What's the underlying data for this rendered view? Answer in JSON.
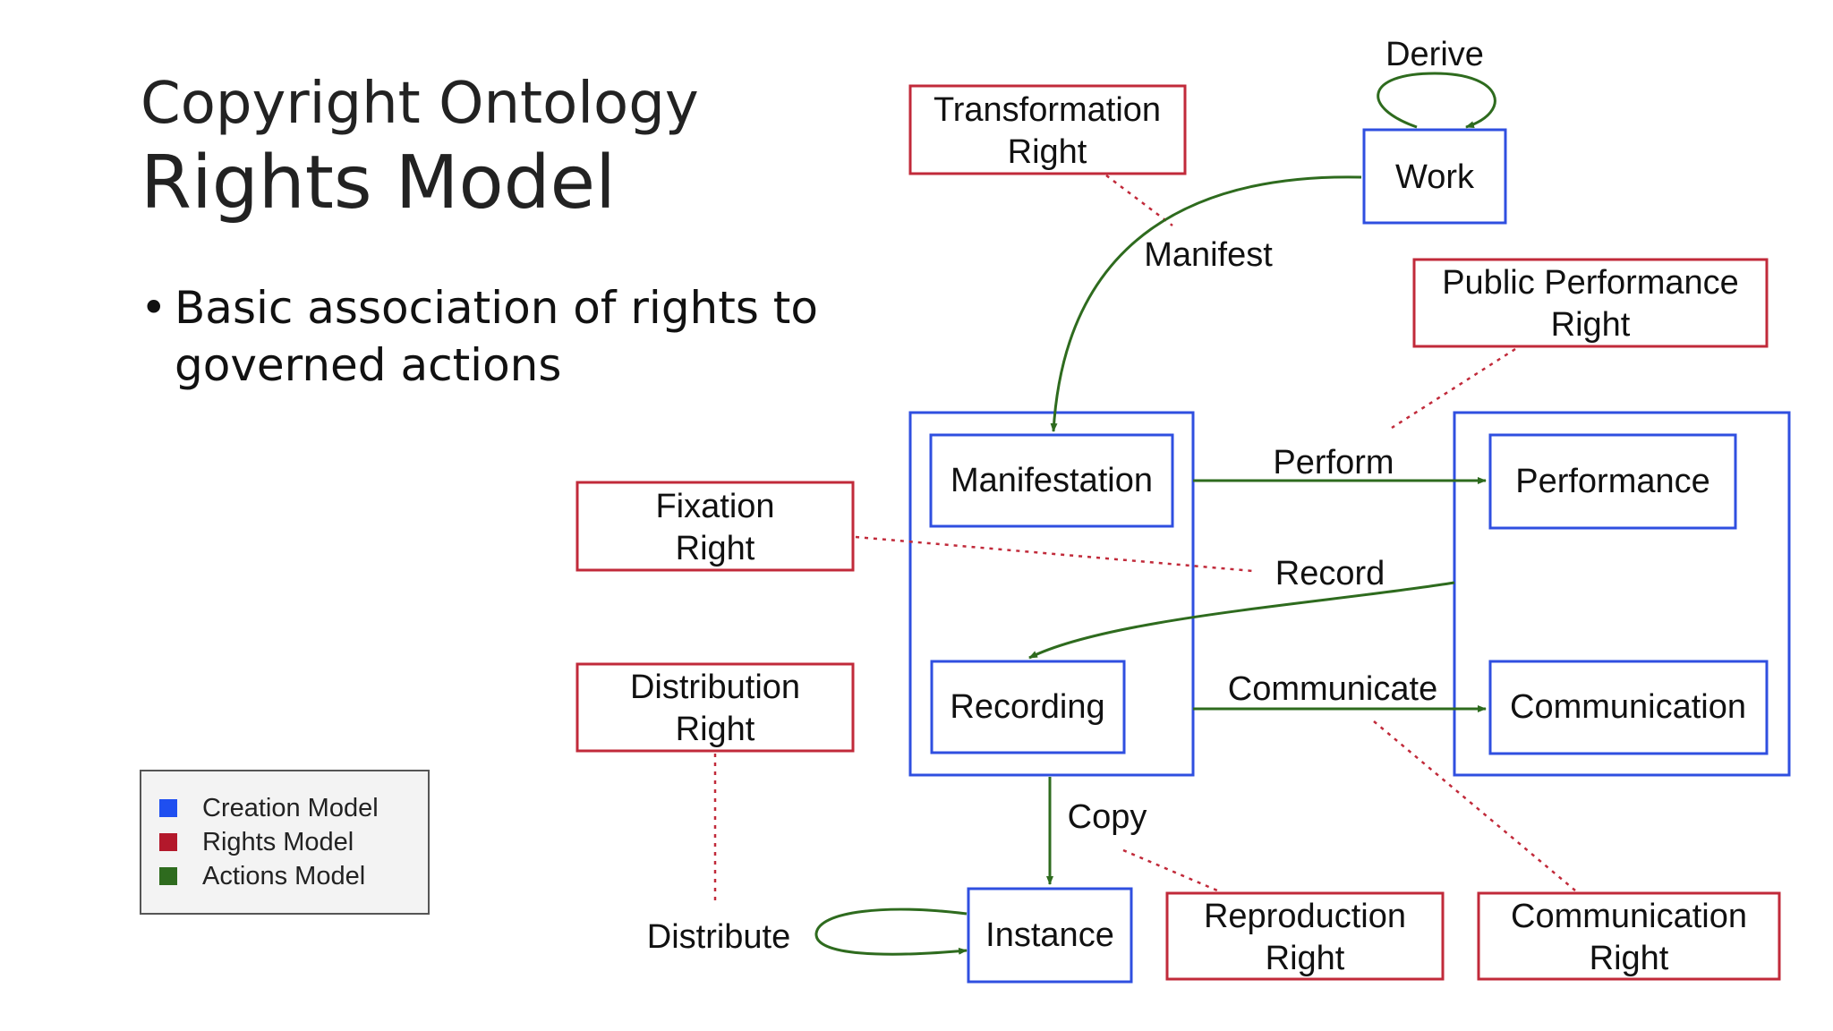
{
  "title": {
    "line1": "Copyright Ontology",
    "line2": "Rights Model"
  },
  "bullets": [
    "Basic association of rights to governed actions"
  ],
  "legend": [
    {
      "label": "Creation Model",
      "color": "#1f4ff0"
    },
    {
      "label": "Rights Model",
      "color": "#b3182b"
    },
    {
      "label": "Actions Model",
      "color": "#2e6b1e"
    }
  ],
  "colors": {
    "creation": "#2f4fe0",
    "rights": "#c12a3a",
    "actions": "#2e6b1e"
  },
  "diagram": {
    "entities": {
      "work": "Work",
      "manifestation": "Manifestation",
      "recording": "Recording",
      "performance": "Performance",
      "communication": "Communication",
      "instance": "Instance"
    },
    "rights": {
      "transformation": [
        "Transformation",
        "Right"
      ],
      "public_performance": [
        "Public Performance",
        "Right"
      ],
      "fixation": [
        "Fixation",
        "Right"
      ],
      "distribution": [
        "Distribution",
        "Right"
      ],
      "reproduction": [
        "Reproduction",
        "Right"
      ],
      "communication": [
        "Communication",
        "Right"
      ]
    },
    "actions": {
      "derive": "Derive",
      "manifest": "Manifest",
      "perform": "Perform",
      "record": "Record",
      "communicate": "Communicate",
      "copy": "Copy",
      "distribute": "Distribute"
    }
  }
}
